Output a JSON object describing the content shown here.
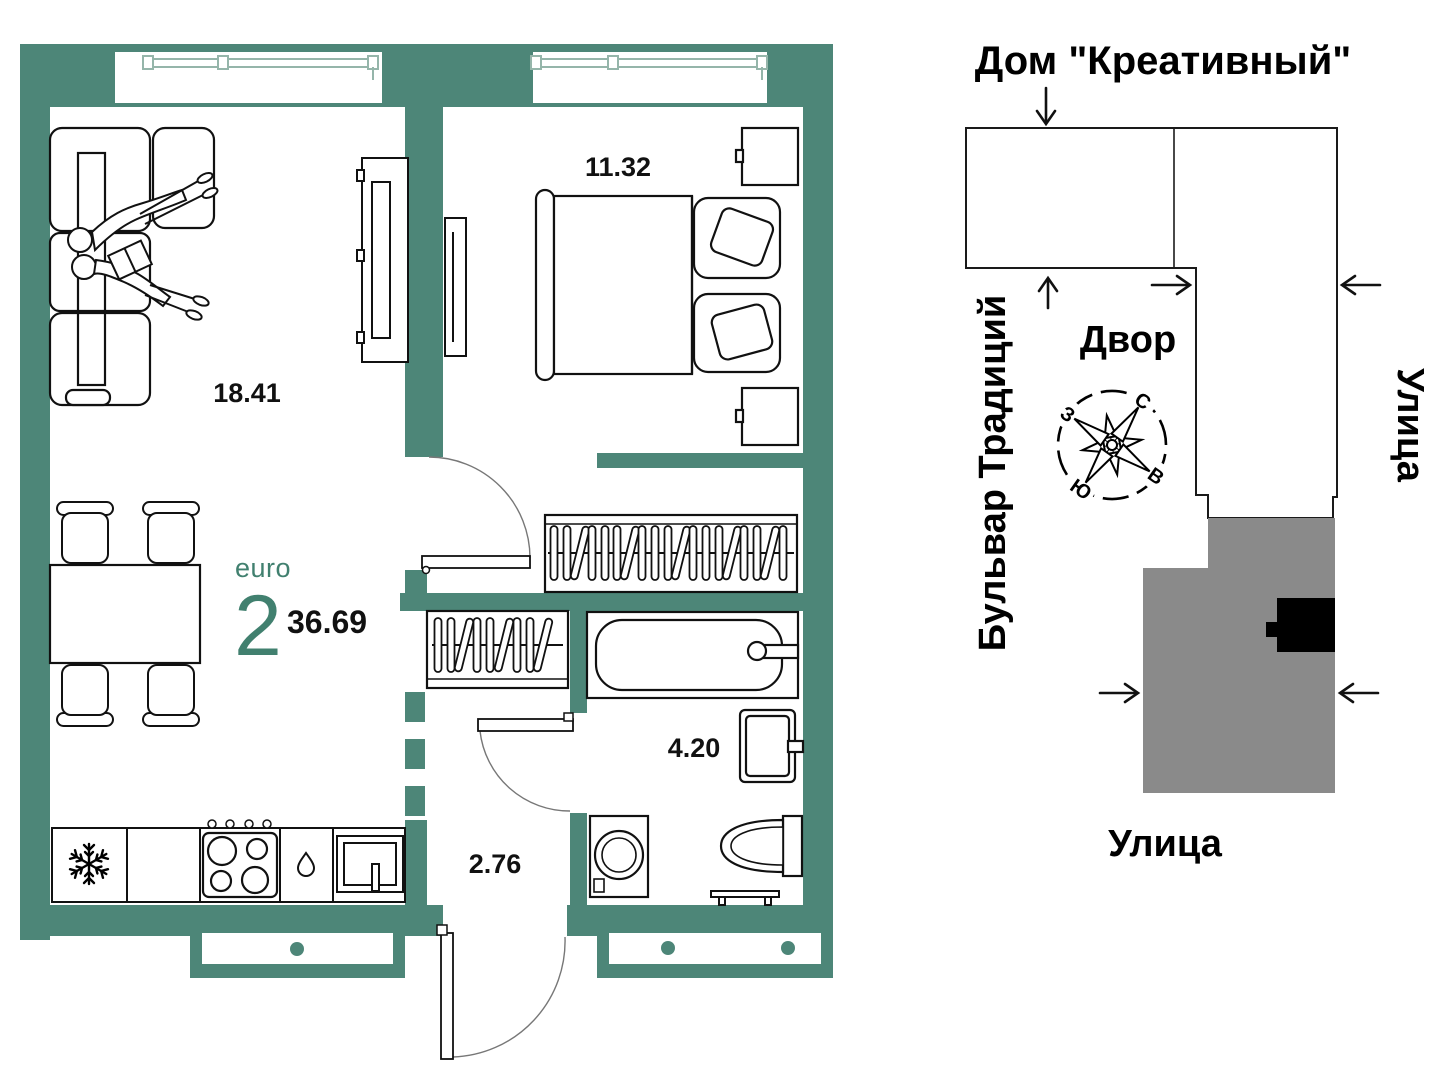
{
  "floor_plan": {
    "rooms": [
      {
        "name": "living-kitchen",
        "area": "18.41"
      },
      {
        "name": "bedroom",
        "area": "11.32"
      },
      {
        "name": "bathroom",
        "area": "4.20"
      },
      {
        "name": "hallway",
        "area": "2.76"
      }
    ],
    "apartment": {
      "format_label": "euro",
      "rooms_count": "2",
      "total_area": "36.69"
    }
  },
  "site_plan": {
    "house_title": "Дом \"Креативный\"",
    "courtyard_label": "Двор",
    "boulevard_label": "Бульвар Традиций",
    "street_right_label": "Улица",
    "street_bottom_label": "Улица",
    "compass": {
      "north": "С",
      "east": "В",
      "south": "Ю",
      "west": "З"
    }
  },
  "colors": {
    "wall_teal": "#4d8678",
    "accent_teal": "#41806f",
    "window_line": "#95b5aa",
    "site_gray": "#8a8a8a",
    "ink": "#111111"
  }
}
